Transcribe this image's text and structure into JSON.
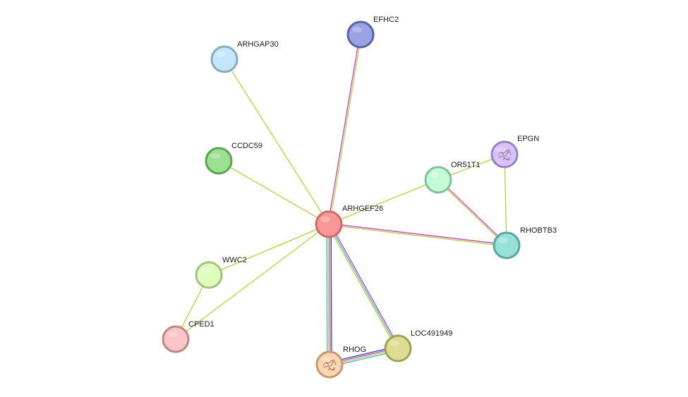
{
  "network": {
    "nodes": [
      {
        "id": "ARHGEF26",
        "label": "ARHGEF26",
        "fill": "#fc9797",
        "stroke": "#c96b6b",
        "texture": "none"
      },
      {
        "id": "EFHC2",
        "label": "EFHC2",
        "fill": "#9aa4e3",
        "stroke": "#5a63a5",
        "texture": "none"
      },
      {
        "id": "ARHGAP30",
        "label": "ARHGAP30",
        "fill": "#c4e6fb",
        "stroke": "#85aac4",
        "texture": "none"
      },
      {
        "id": "CCDC59",
        "label": "CCDC59",
        "fill": "#9de092",
        "stroke": "#5ea254",
        "texture": "none"
      },
      {
        "id": "EPGN",
        "label": "EPGN",
        "fill": "#d7c2fa",
        "stroke": "#9a83bd",
        "texture": "structure"
      },
      {
        "id": "OR51T1",
        "label": "OR51T1",
        "fill": "#c2fbd6",
        "stroke": "#82c19a",
        "texture": "none"
      },
      {
        "id": "RHOBTB3",
        "label": "RHOBTB3",
        "fill": "#97e1d8",
        "stroke": "#5aa59c",
        "texture": "none"
      },
      {
        "id": "WWC2",
        "label": "WWC2",
        "fill": "#e0fbbe",
        "stroke": "#a2c27f",
        "texture": "none"
      },
      {
        "id": "CPED1",
        "label": "CPED1",
        "fill": "#f8c6c6",
        "stroke": "#c08686",
        "texture": "none"
      },
      {
        "id": "RHOG",
        "label": "RHOG",
        "fill": "#fbd6ae",
        "stroke": "#c29a70",
        "texture": "structure"
      },
      {
        "id": "LOC491949",
        "label": "LOC491949",
        "fill": "#dcdc92",
        "stroke": "#a0a056",
        "texture": "none"
      }
    ],
    "edges": [
      {
        "source": "ARHGEF26",
        "target": "EFHC2",
        "colors": [
          "#c23fc6",
          "#b9cf3c"
        ]
      },
      {
        "source": "ARHGEF26",
        "target": "ARHGAP30",
        "colors": [
          "#b9cf3c"
        ]
      },
      {
        "source": "ARHGEF26",
        "target": "CCDC59",
        "colors": [
          "#b9cf3c"
        ]
      },
      {
        "source": "ARHGEF26",
        "target": "OR51T1",
        "colors": [
          "#b9cf3c"
        ]
      },
      {
        "source": "ARHGEF26",
        "target": "RHOBTB3",
        "colors": [
          "#c23fc6",
          "#b9cf3c"
        ]
      },
      {
        "source": "ARHGEF26",
        "target": "WWC2",
        "colors": [
          "#b9cf3c"
        ]
      },
      {
        "source": "ARHGEF26",
        "target": "CPED1",
        "colors": [
          "#b9cf3c"
        ]
      },
      {
        "source": "ARHGEF26",
        "target": "RHOG",
        "colors": [
          "#3d4bb3",
          "#c23fc6",
          "#b9cf3c",
          "#43b8c4"
        ]
      },
      {
        "source": "ARHGEF26",
        "target": "LOC491949",
        "colors": [
          "#c23fc6",
          "#43b8c4",
          "#b9cf3c"
        ]
      },
      {
        "source": "OR51T1",
        "target": "EPGN",
        "colors": [
          "#b9cf3c"
        ]
      },
      {
        "source": "OR51T1",
        "target": "RHOBTB3",
        "colors": [
          "#c23fc6",
          "#b9cf3c"
        ]
      },
      {
        "source": "EPGN",
        "target": "RHOBTB3",
        "colors": [
          "#b9cf3c"
        ]
      },
      {
        "source": "WWC2",
        "target": "CPED1",
        "colors": [
          "#b9cf3c"
        ]
      },
      {
        "source": "RHOG",
        "target": "LOC491949",
        "colors": [
          "#3d4bb3",
          "#c23fc6",
          "#b9cf3c",
          "#43b8c4"
        ]
      }
    ]
  }
}
